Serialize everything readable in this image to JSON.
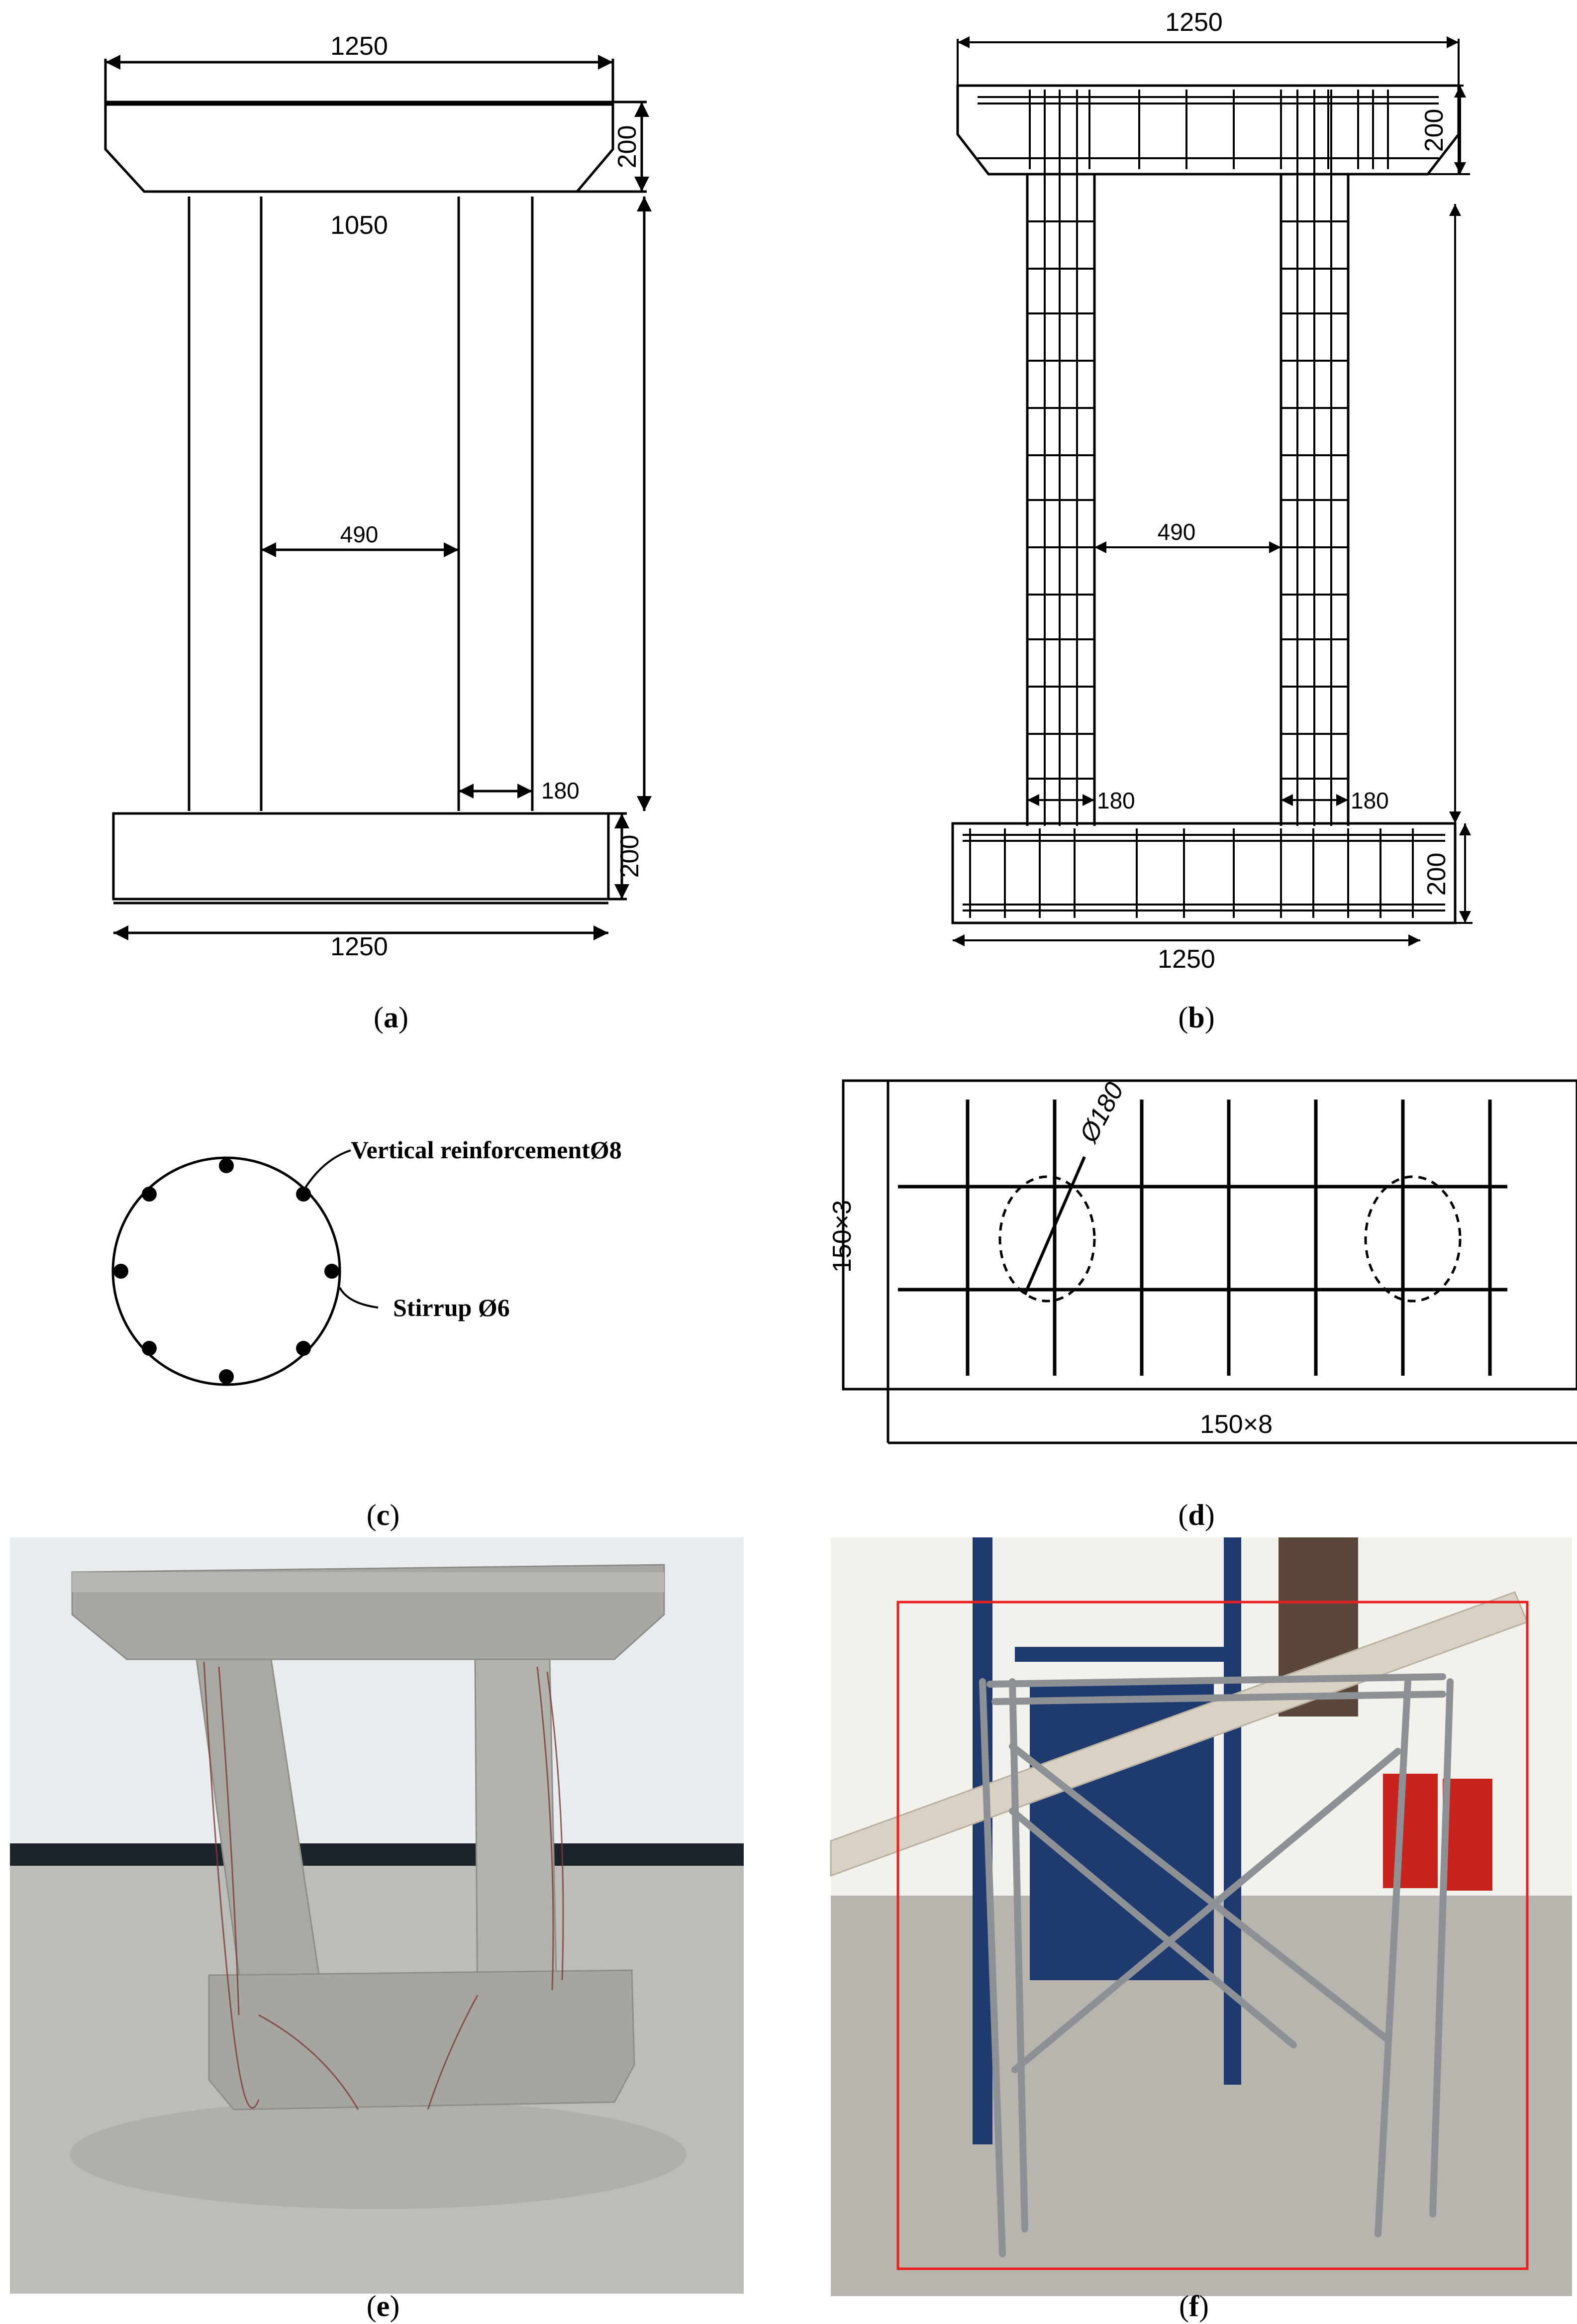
{
  "panels": {
    "a": {
      "caption": "a",
      "dims": {
        "top_width": "1250",
        "top_height": "200",
        "inner_width": "1050",
        "gap": "490",
        "column": "180",
        "base_height": "200",
        "base_width": "1250"
      }
    },
    "b": {
      "caption": "b",
      "dims": {
        "top_width": "1250",
        "top_height": "200",
        "gap": "490",
        "column_left": "180",
        "column_right": "180",
        "base_height": "200",
        "base_width": "1250"
      }
    },
    "c": {
      "caption": "c",
      "labels": {
        "vertical": "Vertical reinforcementØ8",
        "stirrup": "Stirrup Ø6"
      }
    },
    "d": {
      "caption": "d",
      "dims": {
        "vertical_spacing": "150×3",
        "horizontal_spacing": "150×8",
        "diameter": "Ø180"
      }
    },
    "e": {
      "caption": "e"
    },
    "f": {
      "caption": "f"
    }
  },
  "colors": {
    "line": "#000000",
    "concrete": "#a9a7a2",
    "frame_blue": "#1f3a6e",
    "highlight_red": "#e8201f",
    "scaffold": "#8d9196"
  }
}
